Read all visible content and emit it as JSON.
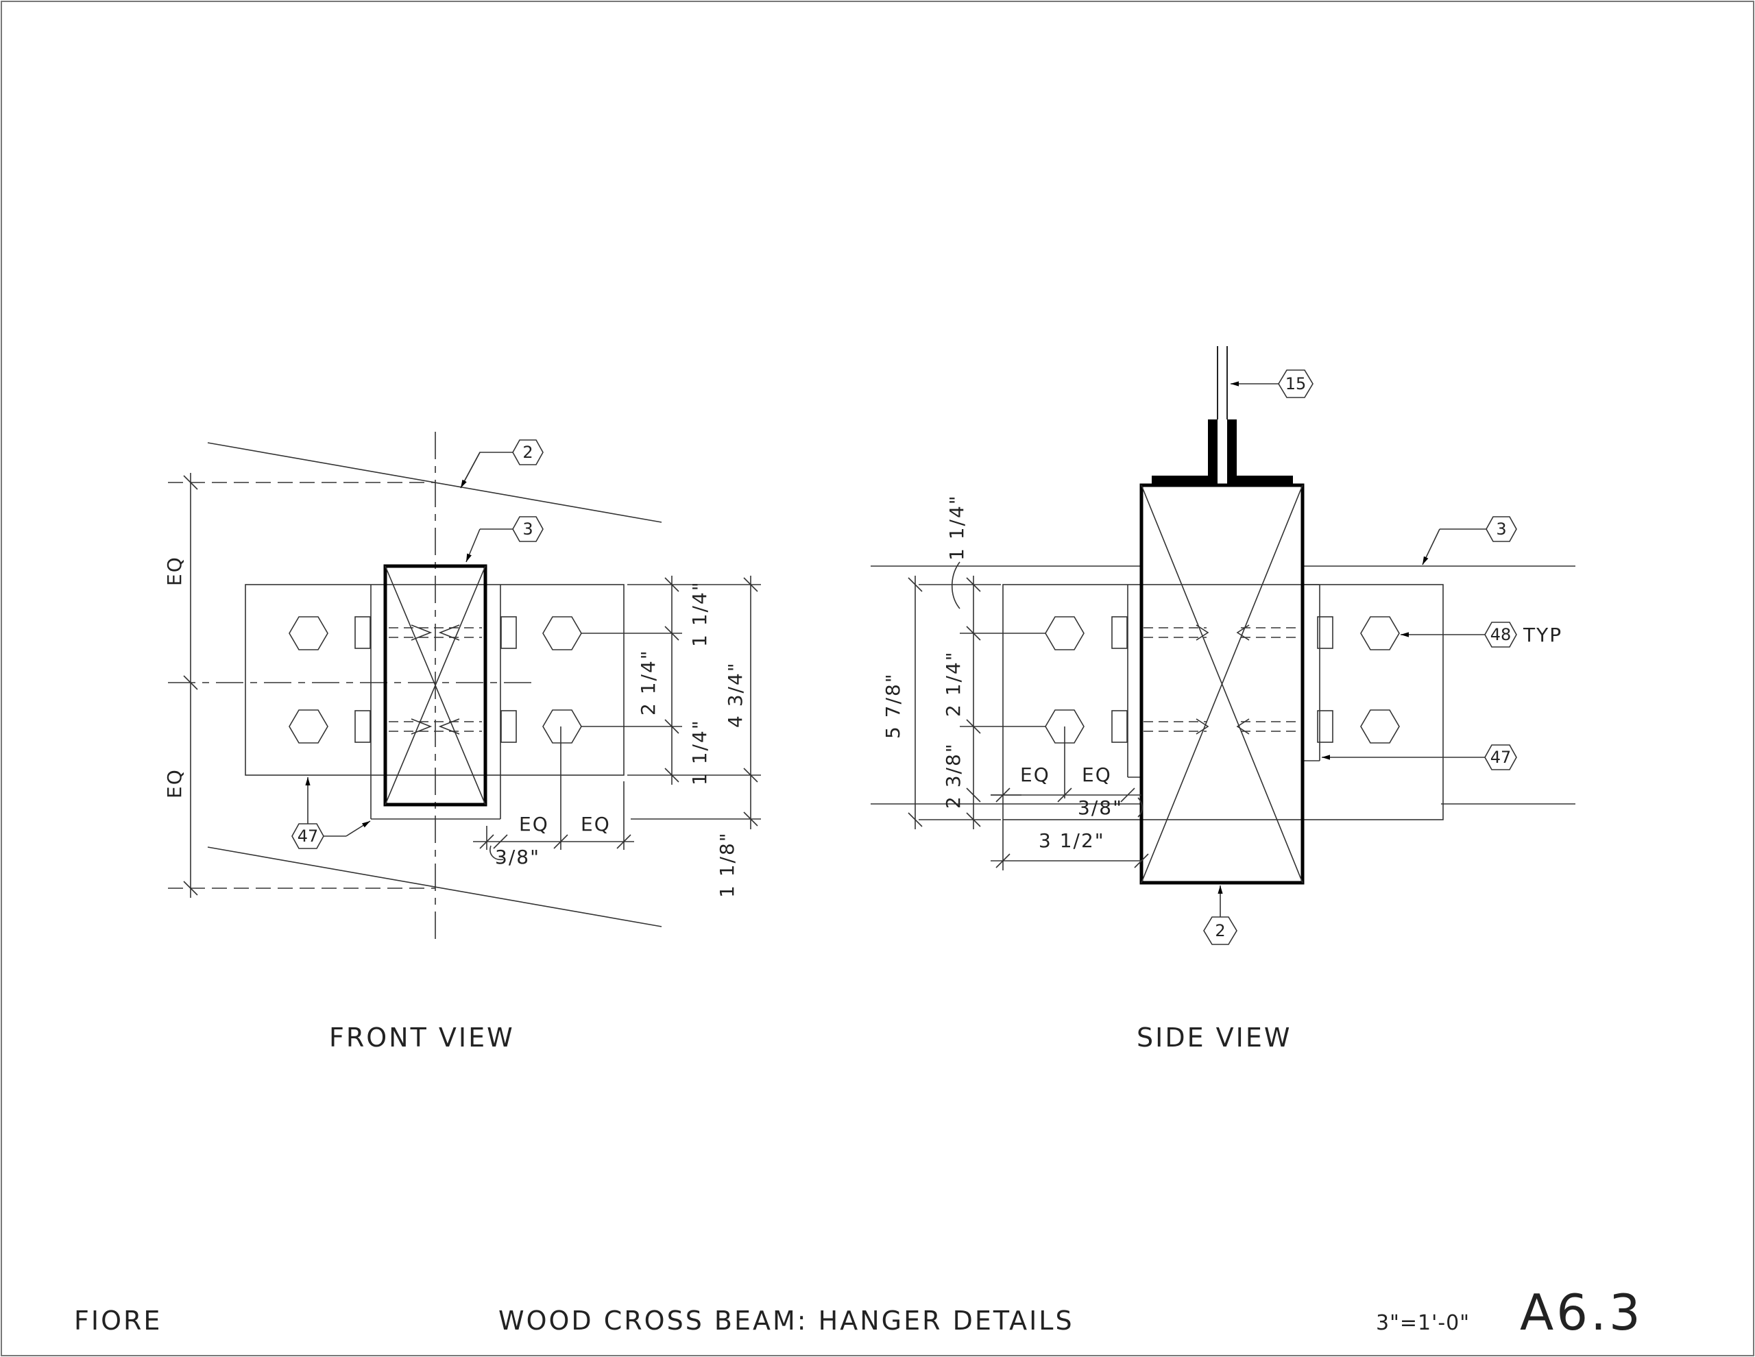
{
  "sheet": {
    "project": "FIORE",
    "title": "WOOD CROSS BEAM: HANGER DETAILS",
    "scale": "3\"=1'-0\"",
    "sheet_number": "A6.3"
  },
  "front_view": {
    "label": "FRONT VIEW",
    "dims": {
      "eq_top": "EQ",
      "eq_bottom": "EQ",
      "d_1_1_4_top": "1 1/4\"",
      "d_2_1_4": "2 1/4\"",
      "d_1_1_4_bot": "1 1/4\"",
      "d_4_3_4": "4 3/4\"",
      "d_1_1_8": "1 1/8\"",
      "d_3_8": "3/8\"",
      "eq_h1": "EQ",
      "eq_h2": "EQ"
    },
    "tags": {
      "beam": "2",
      "hanger": "3",
      "plate": "47"
    }
  },
  "side_view": {
    "label": "SIDE VIEW",
    "dims": {
      "d_1_1_4": "1 1/4\"",
      "d_2_1_4": "2 1/4\"",
      "d_5_7_8": "5 7/8\"",
      "d_2_3_8": "2 3/8\"",
      "eq1": "EQ",
      "eq2": "EQ",
      "d_3_8": "3/8\"",
      "d_3_1_2": "3 1/2\""
    },
    "tags": {
      "rod": "15",
      "hanger": "3",
      "bolt": "48",
      "bolt_note": "TYP",
      "plate": "47",
      "beam": "2"
    }
  }
}
